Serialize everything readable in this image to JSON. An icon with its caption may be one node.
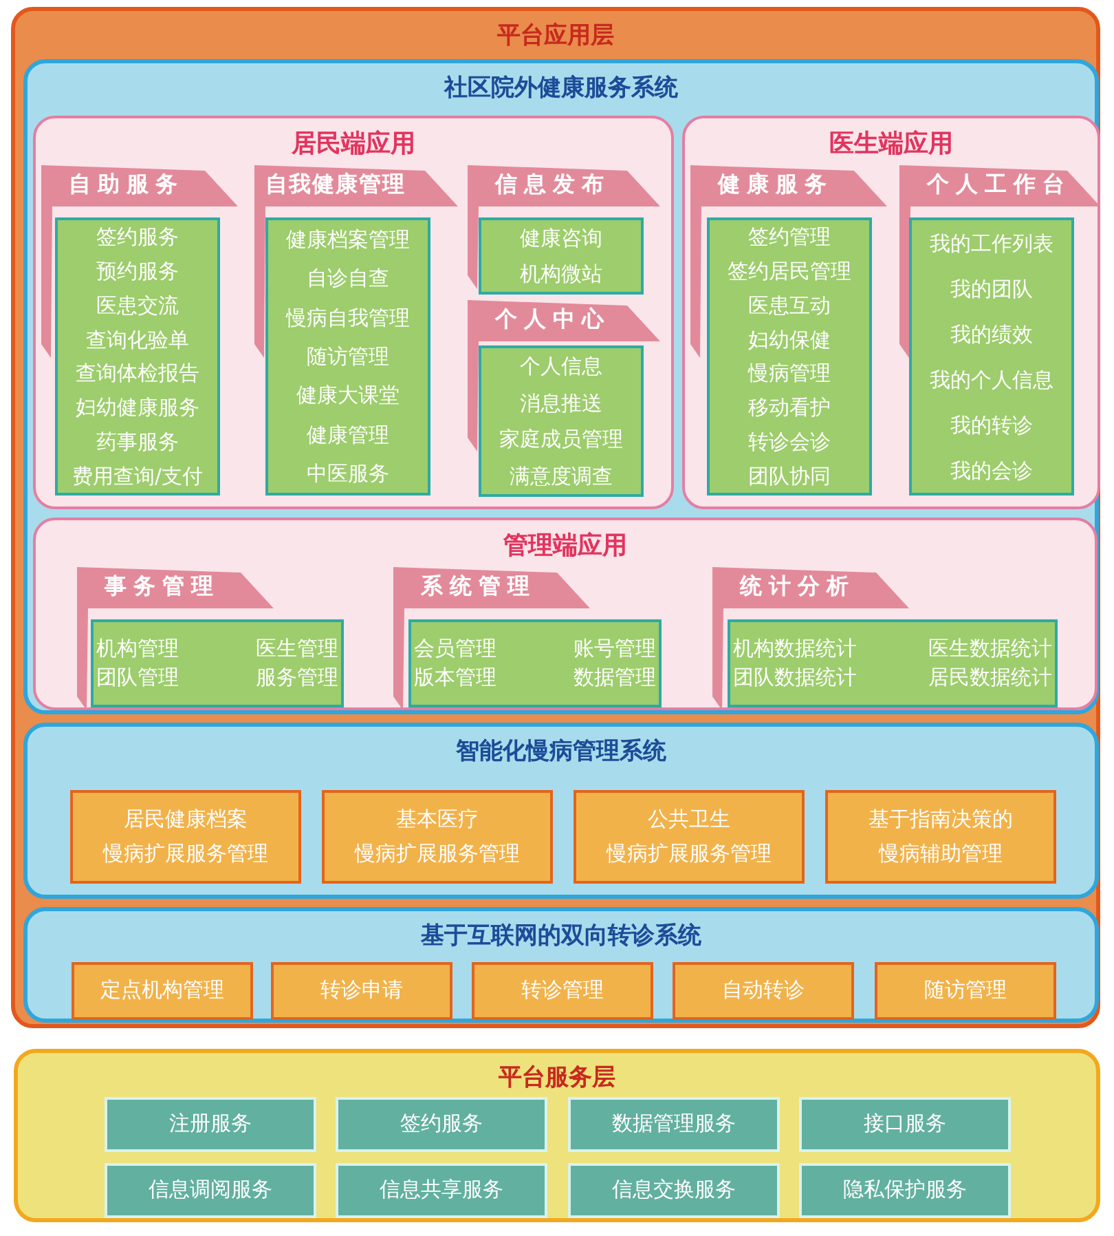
{
  "diagram": {
    "nodes": [
      {
        "text": [
          "平台应用层"
        ]
      },
      {
        "text": [
          "社区院外健康服务系统"
        ],
        "in": 0
      },
      {
        "text": [
          "居民端应用"
        ],
        "in": 1
      },
      {
        "text": [
          "自助服务"
        ],
        "in": 2
      },
      {
        "text": [
          "签约服务",
          "预约服务",
          "医患交流",
          "查询化验单",
          "查询体检报告",
          "妇幼健康服务",
          "药事服务",
          "费用查询/支付"
        ],
        "in": 2
      },
      {
        "text": [
          "自我健康管理"
        ],
        "in": 2
      },
      {
        "text": [
          "健康档案管理",
          "自诊自查",
          "慢病自我管理",
          "随访管理",
          "健康大课堂",
          "健康管理",
          "中医服务"
        ],
        "in": 2
      },
      {
        "text": [
          "信息发布"
        ],
        "in": 2
      },
      {
        "text": [
          "健康咨询",
          "机构微站"
        ],
        "in": 2
      },
      {
        "text": [
          "个人中心"
        ],
        "in": 2
      },
      {
        "text": [
          "个人信息",
          "消息推送",
          "家庭成员管理",
          "满意度调查"
        ],
        "in": 2
      },
      {
        "text": [
          "医生端应用"
        ],
        "in": 1
      },
      {
        "text": [
          "健康服务"
        ],
        "in": 11
      },
      {
        "text": [
          "签约管理",
          "签约居民管理",
          "医患互动",
          "妇幼保健",
          "慢病管理",
          "移动看护",
          "转诊会诊",
          "团队协同"
        ],
        "in": 11
      },
      {
        "text": [
          "个人工作台"
        ],
        "in": 11
      },
      {
        "text": [
          "我的工作列表",
          "我的团队",
          "我的绩效",
          "我的个人信息",
          "我的转诊",
          "我的会诊"
        ],
        "in": 11
      },
      {
        "text": [
          "管理端应用"
        ],
        "in": 1
      },
      {
        "text": [
          "事务管理"
        ],
        "in": 16
      },
      {
        "text": [
          "机构管理",
          "医生管理",
          "团队管理",
          "服务管理"
        ],
        "in": 16
      },
      {
        "text": [
          "系统管理"
        ],
        "in": 16
      },
      {
        "text": [
          "会员管理",
          "账号管理",
          "版本管理",
          "数据管理"
        ],
        "in": 16
      },
      {
        "text": [
          "统计分析"
        ],
        "in": 16
      },
      {
        "text": [
          "机构数据统计",
          "医生数据统计",
          "团队数据统计",
          "居民数据统计"
        ],
        "in": 16
      },
      {
        "text": [
          "智能化慢病管理系统"
        ],
        "in": 0
      },
      {
        "text": [
          "居民健康档案",
          "慢病扩展服务管理"
        ],
        "in": 23
      },
      {
        "text": [
          "基本医疗",
          "慢病扩展服务管理"
        ],
        "in": 23
      },
      {
        "text": [
          "公共卫生",
          "慢病扩展服务管理"
        ],
        "in": 23
      },
      {
        "text": [
          "基于指南决策的",
          "慢病辅助管理"
        ],
        "in": 23
      },
      {
        "text": [
          "基于互联网的双向转诊系统"
        ],
        "in": 0
      },
      {
        "text": [
          "定点机构管理"
        ],
        "in": 28
      },
      {
        "text": [
          "转诊申请"
        ],
        "in": 28
      },
      {
        "text": [
          "转诊管理"
        ],
        "in": 28
      },
      {
        "text": [
          "自动转诊"
        ],
        "in": 28
      },
      {
        "text": [
          "随访管理"
        ],
        "in": 28
      },
      {
        "text": [
          "平台服务层"
        ]
      },
      {
        "text": [
          "注册服务"
        ],
        "in": 34
      },
      {
        "text": [
          "签约服务"
        ],
        "in": 34
      },
      {
        "text": [
          "数据管理服务"
        ],
        "in": 34
      },
      {
        "text": [
          "接口服务"
        ],
        "in": 34
      },
      {
        "text": [
          "信息调阅服务"
        ],
        "in": 34
      },
      {
        "text": [
          "信息共享服务"
        ],
        "in": 34
      },
      {
        "text": [
          "信息交换服务"
        ],
        "in": 34
      },
      {
        "text": [
          "隐私保护服务"
        ],
        "in": 34
      }
    ],
    "edges": []
  }
}
